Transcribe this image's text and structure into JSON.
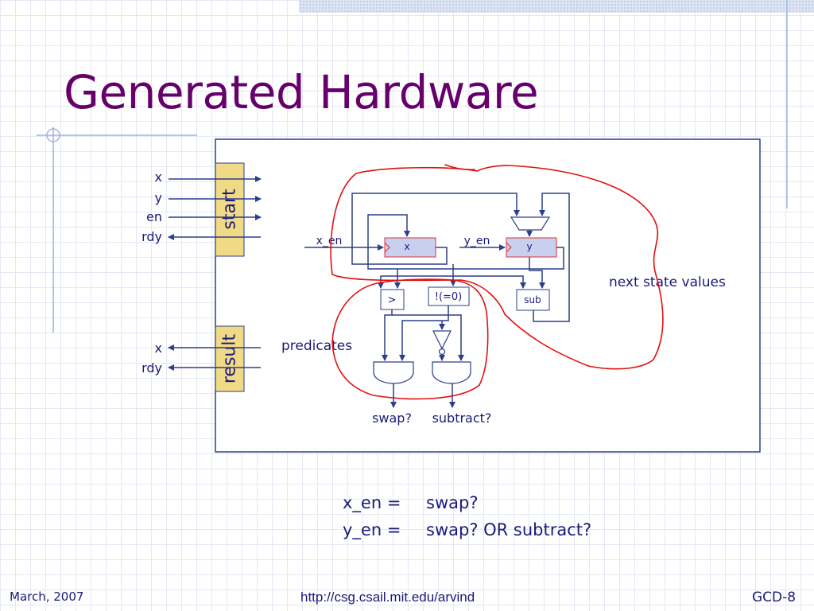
{
  "slide": {
    "title": "Generated Hardware",
    "footer": {
      "date": "March, 2007",
      "url": "http://csg.csail.mit.edu/arvind",
      "page": "GCD-8"
    }
  },
  "diagram": {
    "start_method": {
      "label": "start",
      "inputs": [
        "x",
        "y",
        "en"
      ],
      "output": "rdy"
    },
    "result_method": {
      "label": "result",
      "outputs": [
        "x",
        "rdy"
      ]
    },
    "registers": {
      "x": {
        "label": "x",
        "enable": "x_en"
      },
      "y": {
        "label": "y",
        "enable": "y_en"
      }
    },
    "blocks": {
      "greater": ">",
      "not_zero": "!(=0)",
      "sub": "sub"
    },
    "outputs": [
      "swap?",
      "subtract?"
    ],
    "annotations": {
      "predicates": "predicates",
      "next_state": "next state values"
    }
  },
  "equations": [
    {
      "lhs": "x_en =",
      "rhs": "swap?"
    },
    {
      "lhs": "y_en =",
      "rhs": "swap? OR subtract?"
    }
  ],
  "colors": {
    "title": "#66006a",
    "text": "#1a1a7a",
    "wire": "#2c3e8c",
    "method_box": "#f0da86",
    "register_fill": "#c8d0f0",
    "register_border": "#e03030",
    "red_ink": "#e01010"
  }
}
